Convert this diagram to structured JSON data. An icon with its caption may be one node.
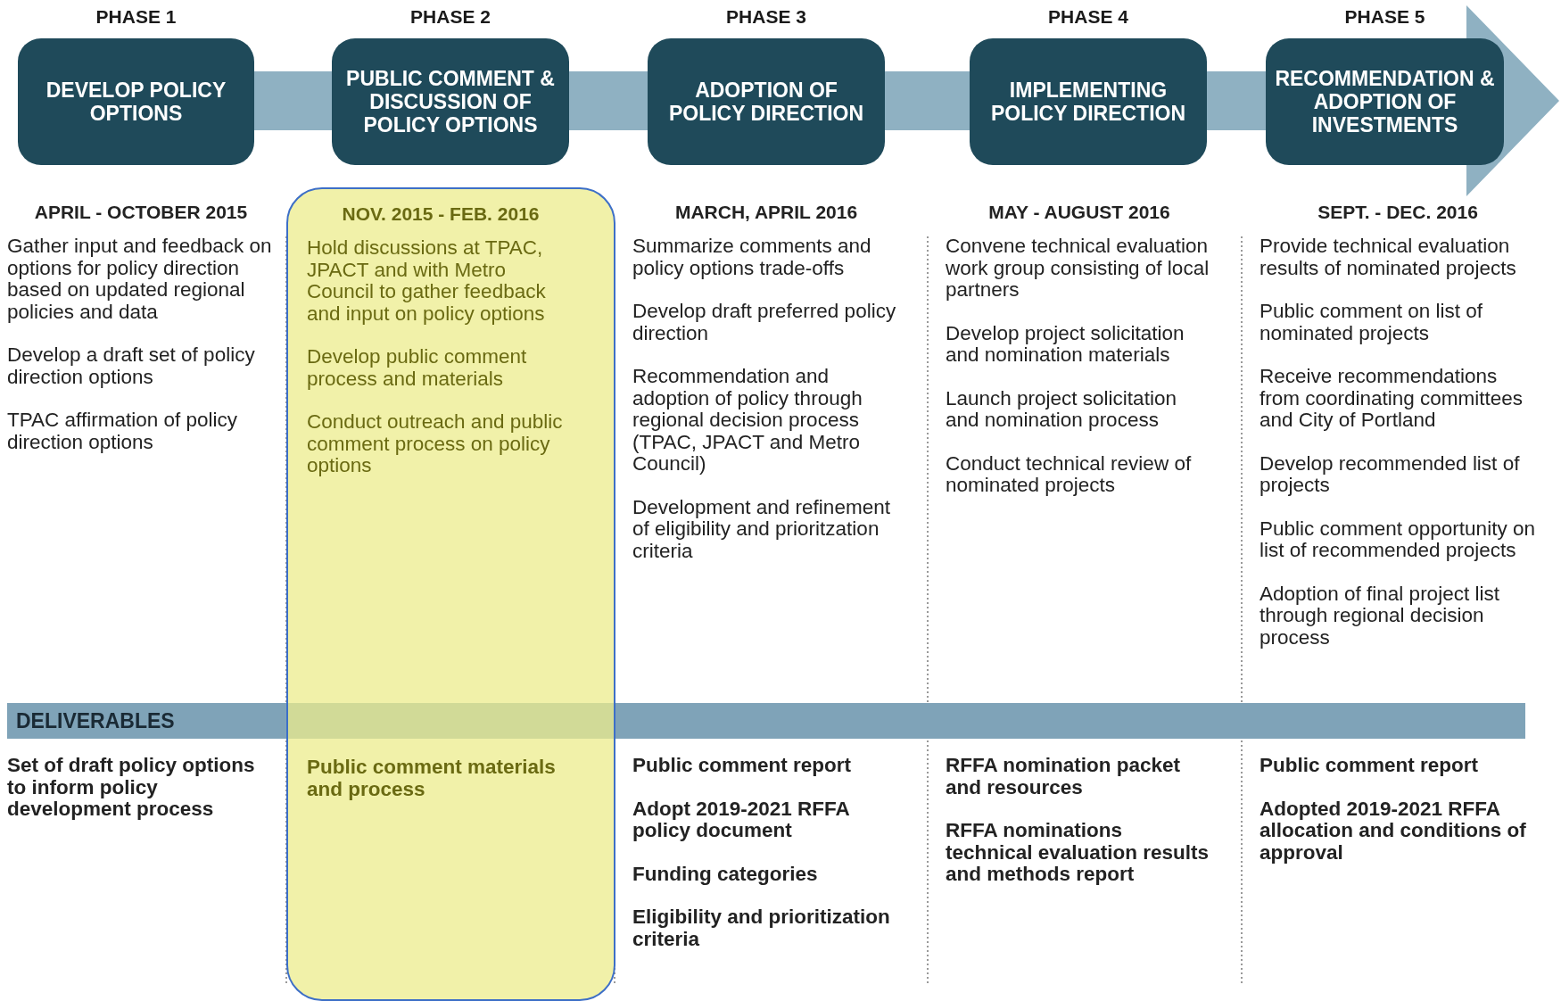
{
  "diagram": {
    "nodes": [
      {
        "text": [
          "PHASE 1",
          "DEVELOP POLICY OPTIONS"
        ]
      },
      {
        "text": [
          "PHASE 2",
          "PUBLIC COMMENT & DISCUSSION OF POLICY OPTIONS"
        ]
      },
      {
        "text": [
          "PHASE 3",
          "ADOPTION OF POLICY DIRECTION"
        ]
      },
      {
        "text": [
          "PHASE 4",
          "IMPLEMENTING POLICY DIRECTION"
        ]
      },
      {
        "text": [
          "PHASE 5",
          "RECOMMENDATION & ADOPTION OF INVESTMENTS"
        ]
      },
      {
        "text": [
          "NOV. 2015 - FEB. 2016",
          "Hold discussions at TPAC, JPACT and with Metro Council to gather feedback and input on policy options",
          "Develop public comment process and materials",
          "Conduct outreach and public comment process on policy options",
          "Public comment materials and process"
        ]
      }
    ],
    "edges": [
      {
        "from": 0,
        "to": 1,
        "arrow": "none"
      },
      {
        "from": 1,
        "to": 2,
        "arrow": "none"
      },
      {
        "from": 2,
        "to": 3,
        "arrow": "none"
      },
      {
        "from": 3,
        "to": 4,
        "arrow": "none"
      },
      {
        "from": 4,
        "to": null,
        "arrow": "to"
      }
    ],
    "labels": [
      "APRIL - OCTOBER 2015",
      "Gather input and feedback on options for policy direction based on updated regional policies and data",
      "Develop a draft set of policy direction options",
      "TPAC affirmation of policy direction options",
      "MARCH, APRIL 2016",
      "Summarize comments and policy options trade-offs",
      "Develop draft preferred policy direction",
      "Recommendation and adoption of policy through regional decision process (TPAC, JPACT and Metro Council)",
      "Development and refinement of eligibility and prioritzation criteria",
      "MAY - AUGUST 2016",
      "Convene technical evaluation work group consisting of local partners",
      "Develop project solicitation and nomination materials",
      "Launch project solicitation and nomination process",
      "Conduct technical review of nominated projects",
      "SEPT. - DEC. 2016",
      "Provide technical evaluation results of nominated projects",
      "Public comment on list of nominated projects",
      "Receive recommendations from coordinating committees and City of Portland",
      "Develop recommended list of projects",
      "Public comment opportunity on list of recommended projects",
      "Adoption of final project list through regional decision process",
      "DELIVERABLES",
      "Set of draft policy options to inform policy development process",
      "Public comment report",
      "Adopt 2019-2021 RFFA policy document",
      "Funding categories",
      "Eligibility and prioritization criteria",
      "RFFA nomination packet and resources",
      "RFFA nominations technical evaluation results and methods report",
      "Public comment report",
      "Adopted 2019-2021 RFFA allocation and conditions of approval"
    ]
  }
}
